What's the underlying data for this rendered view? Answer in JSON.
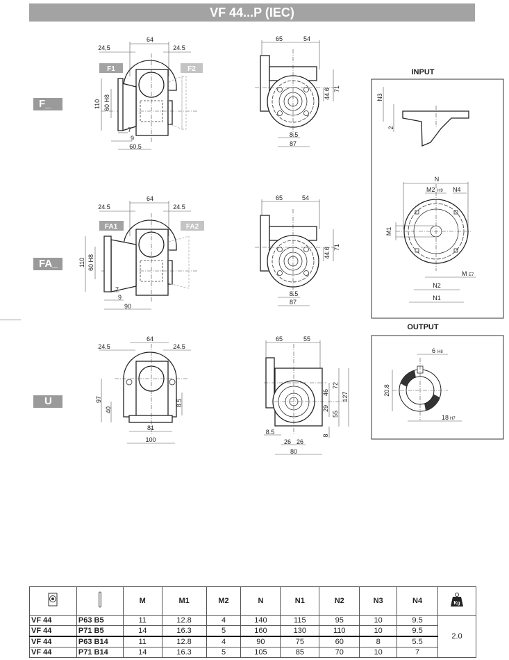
{
  "title": "VF 44...P (IEC)",
  "side_labels": {
    "f": "F_",
    "fa": "FA_",
    "u": "U"
  },
  "view_f": {
    "tag_left": "F1",
    "tag_right": "F2",
    "d64": "64",
    "d24l": "24,5",
    "d24r": "24.5",
    "d110": "110",
    "d60": "60 H8",
    "d7": "7",
    "d9": "9",
    "d605": "60.5",
    "d65": "65",
    "d54": "54",
    "d71": "71",
    "d446": "44.6",
    "d85": "8.5",
    "d87": "87"
  },
  "view_fa": {
    "tag_left": "FA1",
    "tag_right": "FA2",
    "d64": "64",
    "d24l": "24.5",
    "d24r": "24.5",
    "d110": "110",
    "d60": "60 H8",
    "d7": "7",
    "d9": "9",
    "d90": "90",
    "d65": "65",
    "d54": "54",
    "d71": "71",
    "d446": "44.6",
    "d85": "8.5",
    "d87": "87"
  },
  "view_u": {
    "d64": "64",
    "d24l": "24.5",
    "d24r": "24.5",
    "d97": "97",
    "d40": "40",
    "d85": "8.5",
    "d81": "81",
    "d100": "100",
    "d65": "65",
    "d55": "55",
    "d72": "72",
    "d127": "127",
    "d46": "46",
    "d29": "29",
    "d55b": "55",
    "d8": "8",
    "d85b": "8.5",
    "d26a": "26",
    "d26b": "26",
    "d80": "80"
  },
  "input": {
    "title": "INPUT",
    "n3": "N3",
    "two": "2",
    "n": "N",
    "m2": "M2",
    "h9": "H9",
    "n4": "N4",
    "m1": "M1",
    "m": "M",
    "e7": "E7",
    "n2": "N2",
    "n1": "N1"
  },
  "output": {
    "title": "OUTPUT",
    "key": "6",
    "h8": "H8",
    "dia": "20.8",
    "bore": "18",
    "h7": "H7"
  },
  "table": {
    "headers": [
      "M",
      "M1",
      "M2",
      "N",
      "N1",
      "N2",
      "N3",
      "N4"
    ],
    "icons": [
      "gearbox-icon",
      "shaft-icon",
      "weight-kg-icon"
    ],
    "kg_label": "Kg",
    "weight": "2.0",
    "rows": [
      {
        "model": "VF 44",
        "input": "P63 B5",
        "vals": [
          "11",
          "12.8",
          "4",
          "140",
          "115",
          "95",
          "10",
          "9.5"
        ]
      },
      {
        "model": "VF 44",
        "input": "P71 B5",
        "vals": [
          "14",
          "16.3",
          "5",
          "160",
          "130",
          "110",
          "10",
          "9.5"
        ]
      },
      {
        "model": "VF 44",
        "input": "P63 B14",
        "vals": [
          "11",
          "12.8",
          "4",
          "90",
          "75",
          "60",
          "8",
          "5.5"
        ]
      },
      {
        "model": "VF 44",
        "input": "P71 B14",
        "vals": [
          "14",
          "16.3",
          "5",
          "105",
          "85",
          "70",
          "10",
          "7"
        ]
      }
    ]
  }
}
